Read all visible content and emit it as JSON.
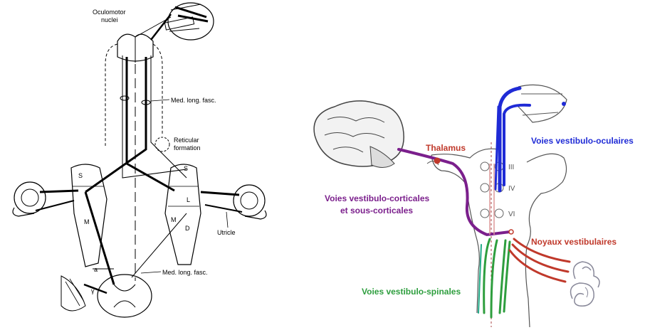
{
  "left_diagram": {
    "labels": {
      "oculomotor_line1": "Oculomotor",
      "oculomotor_line2": "nuclei",
      "mlf_upper": "Med. long. fasc.",
      "reticular_line1": "Reticular",
      "reticular_line2": "formation",
      "nucleus_s_left": "S",
      "nucleus_m_left": "M",
      "nucleus_s_right": "S",
      "nucleus_l_right": "L",
      "nucleus_m_right": "M",
      "nucleus_d_right": "D",
      "utricle": "Utricle",
      "mlf_lower": "Med. long. fasc.",
      "a_label": "a",
      "gamma_label": "γ"
    }
  },
  "right_diagram": {
    "labels": {
      "thalamus": "Thalamus",
      "oculaires": "Voies vestibulo-oculaires",
      "corticales_line1": "Voies vestibulo-corticales",
      "corticales_line2": "et sous-corticales",
      "noyaux": "Noyaux vestibulaires",
      "spinales": "Voies vestibulo-spinales",
      "nerve_iii": "III",
      "nerve_iv": "IV",
      "nerve_vi": "VI"
    },
    "colors": {
      "thalamus": "#c0392b",
      "oculaires": "#1f2bd6",
      "corticales": "#7b1f8c",
      "noyaux": "#c0392b",
      "spinales": "#2e9e3e"
    }
  }
}
